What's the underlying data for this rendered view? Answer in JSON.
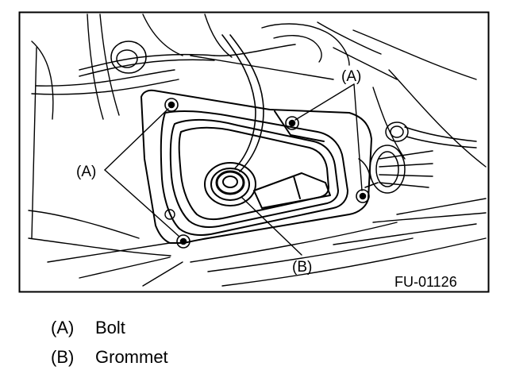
{
  "figure": {
    "id": "FU-01126",
    "callouts": {
      "a_top": "(A)",
      "a_left": "(A)",
      "b": "(B)"
    }
  },
  "legend": [
    {
      "code": "(A)",
      "label": "Bolt"
    },
    {
      "code": "(B)",
      "label": "Grommet"
    }
  ],
  "colors": {
    "line": "#000000",
    "background": "#ffffff"
  }
}
